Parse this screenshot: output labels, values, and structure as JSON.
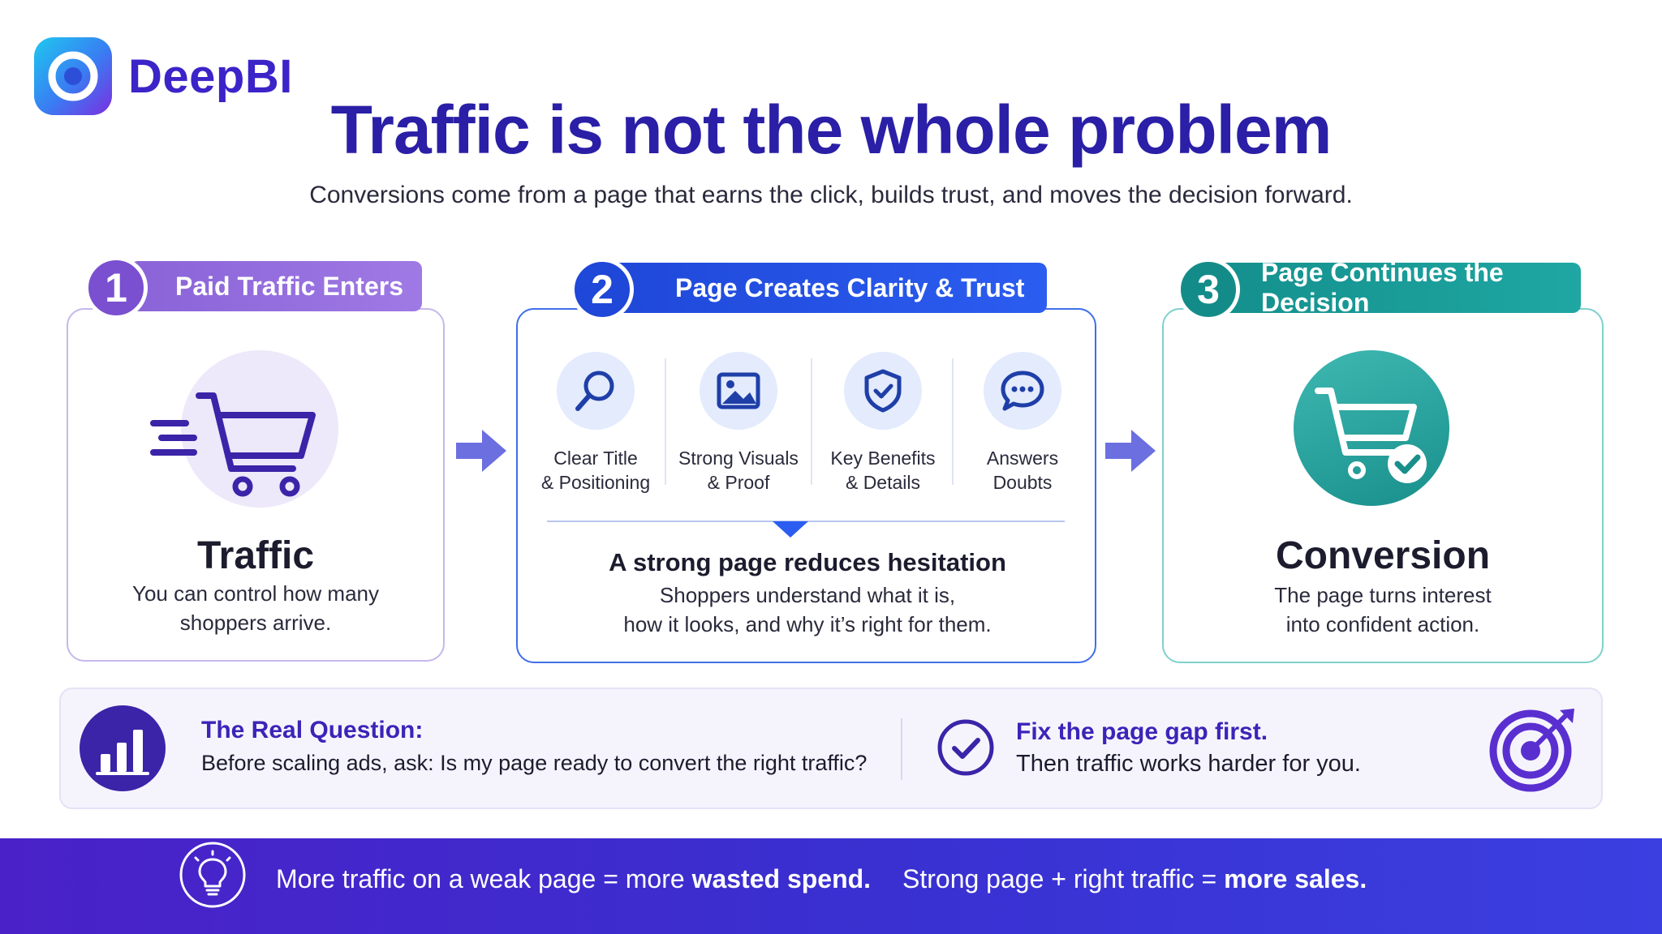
{
  "brand": {
    "name": "DeepBI"
  },
  "header": {
    "title": "Traffic is not the whole problem",
    "subtitle": "Conversions come from a page that earns the click, builds trust, and moves the decision forward."
  },
  "steps": [
    {
      "number": "1",
      "label": "Paid Traffic Enters",
      "heading": "Traffic",
      "desc_line1": "You can control how many",
      "desc_line2": "shoppers arrive.",
      "icon": "shopping-cart-icon"
    },
    {
      "number": "2",
      "label": "Page Creates Clarity & Trust"
    },
    {
      "number": "3",
      "label": "Page Continues the Decision",
      "heading": "Conversion",
      "desc_line1": "The page turns interest",
      "desc_line2": "into confident action.",
      "icon": "cart-check-icon"
    }
  ],
  "features": [
    {
      "line1": "Clear Title",
      "line2": "& Positioning",
      "icon": "search-icon"
    },
    {
      "line1": "Strong Visuals",
      "line2": "& Proof",
      "icon": "image-icon"
    },
    {
      "line1": "Key Benefits",
      "line2": "& Details",
      "icon": "shield-check-icon"
    },
    {
      "line1": "Answers",
      "line2": "Doubts",
      "icon": "chat-bubble-icon"
    }
  ],
  "middle": {
    "heading": "A strong page reduces hesitation",
    "line1": "Shoppers understand what it is,",
    "line2": "how it looks, and why it’s right for them."
  },
  "question": {
    "title": "The Real Question:",
    "text": "Before scaling ads, ask: Is my page ready to convert the right traffic?"
  },
  "fix": {
    "title": "Fix the page gap first.",
    "text": "Then traffic works harder for you."
  },
  "banner": {
    "left_plain": "More traffic on a weak page =",
    "left_mid": "more",
    "left_bold": "wasted spend.",
    "right_plain": "Strong page + right traffic =",
    "right_bold": "more sales."
  },
  "colors": {
    "brand": "#3b24c8",
    "step1": "#8a63d8",
    "step2": "#1f47d8",
    "step3": "#14908d",
    "banner": "#4a21c8"
  }
}
